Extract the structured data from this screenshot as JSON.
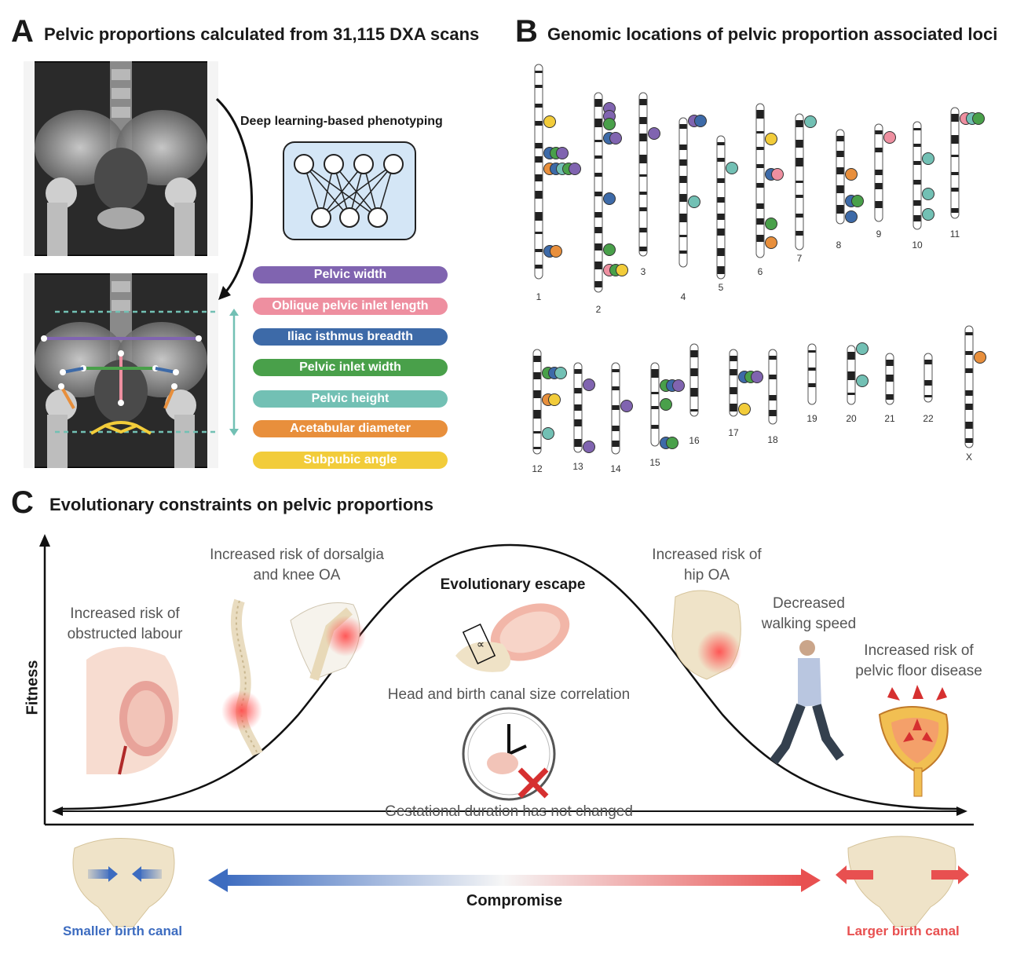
{
  "panels": {
    "a": {
      "letter": "A",
      "title": "Pelvic proportions calculated from 31,115 DXA scans"
    },
    "b": {
      "letter": "B",
      "title": "Genomic locations of pelvic proportion associated loci"
    },
    "c": {
      "letter": "C",
      "title": "Evolutionary constraints on pelvic proportions"
    }
  },
  "phenotyping": {
    "label": "Deep learning-based phenotyping"
  },
  "measures": [
    {
      "label": "Pelvic width",
      "color": "#8064b0"
    },
    {
      "label": "Oblique pelvic inlet length",
      "color": "#ee8fa0"
    },
    {
      "label": "Iliac isthmus breadth",
      "color": "#3d6aa8"
    },
    {
      "label": "Pelvic inlet width",
      "color": "#49a04a"
    },
    {
      "label": "Pelvic height",
      "color": "#72c0b4"
    },
    {
      "label": "Acetabular diameter",
      "color": "#e88f3c"
    },
    {
      "label": "Subpubic angle",
      "color": "#f2cc3a"
    }
  ],
  "chromosomes": [
    "1",
    "2",
    "3",
    "4",
    "5",
    "6",
    "7",
    "8",
    "9",
    "10",
    "11",
    "12",
    "13",
    "14",
    "15",
    "16",
    "17",
    "18",
    "19",
    "20",
    "21",
    "22",
    "X"
  ],
  "fitness_curve": {
    "axis_label": "Fitness",
    "peak_label": "Evolutionary escape",
    "left_risk_1": "Increased risk of obstructed labour",
    "left_risk_2": "Increased risk of dorsalgia and knee OA",
    "right_risk_1": "Increased risk of hip OA",
    "right_risk_2": "Decreased walking speed",
    "right_risk_3": "Increased risk of pelvic floor disease",
    "center_note_1": "Head and birth canal size correlation",
    "center_note_2": "Gestational duration has not changed",
    "alpha": "∝"
  },
  "compromise": {
    "label": "Compromise",
    "left": "Smaller birth canal",
    "right": "Larger birth canal",
    "left_color": "#3d6cc0",
    "right_color": "#e85050"
  }
}
